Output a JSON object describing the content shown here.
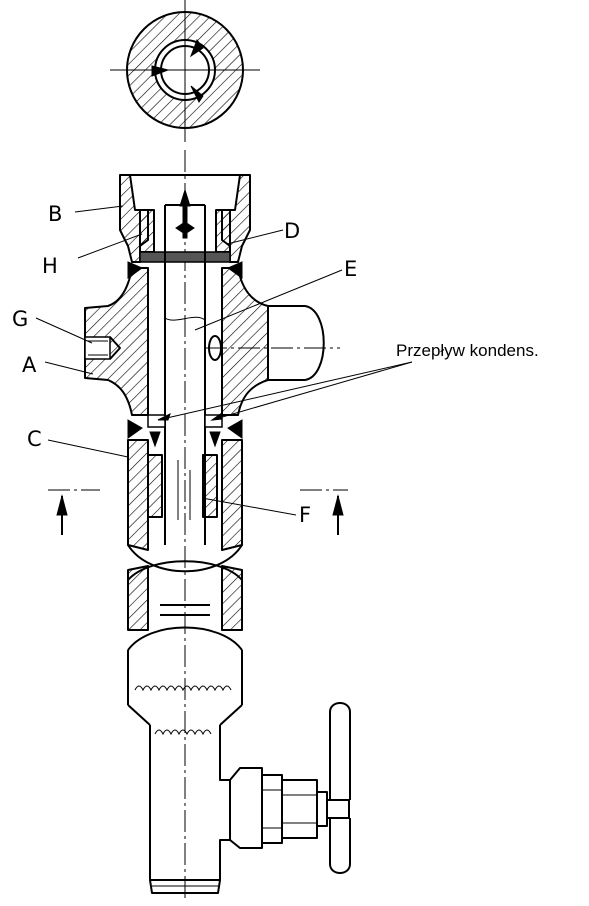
{
  "labels": {
    "A": "A",
    "B": "B",
    "C": "C",
    "D": "D",
    "E": "E",
    "F": "F",
    "G": "G",
    "H": "H"
  },
  "flow_note": "Przepływ kondens."
}
